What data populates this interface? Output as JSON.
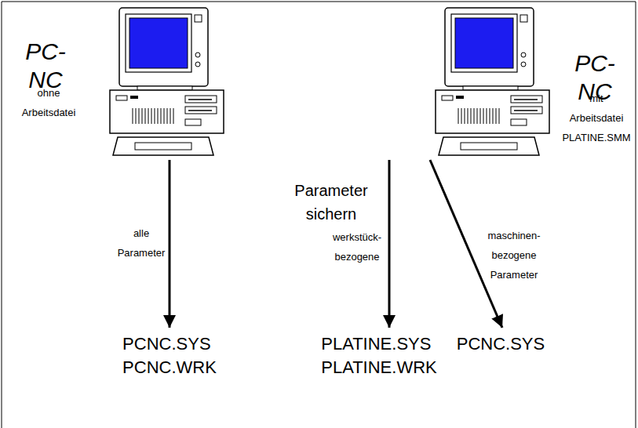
{
  "diagram": {
    "nodes": [
      {
        "text": [
          "PC-NC",
          "ohne Arbeitsdatei"
        ]
      },
      {
        "text": [
          "PC-NC",
          "mit Arbeitsdatei PLATINE.SMM"
        ]
      },
      {
        "text": [
          "PCNC.SYS",
          "PCNC.WRK"
        ]
      },
      {
        "text": [
          "PLATINE.SYS",
          "PLATINE.WRK"
        ]
      },
      {
        "text": [
          "PCNC.SYS"
        ]
      }
    ],
    "edges": [
      {
        "from": 0,
        "to": 2,
        "arrow": "to",
        "label": "alle Parameter"
      },
      {
        "from": 1,
        "to": 3,
        "arrow": "to",
        "label": "werkstück- bezogene"
      },
      {
        "from": 1,
        "to": 4,
        "arrow": "to",
        "label": "maschinen- bezogene Parameter"
      }
    ],
    "labels": [
      "Parameter sichern"
    ]
  }
}
